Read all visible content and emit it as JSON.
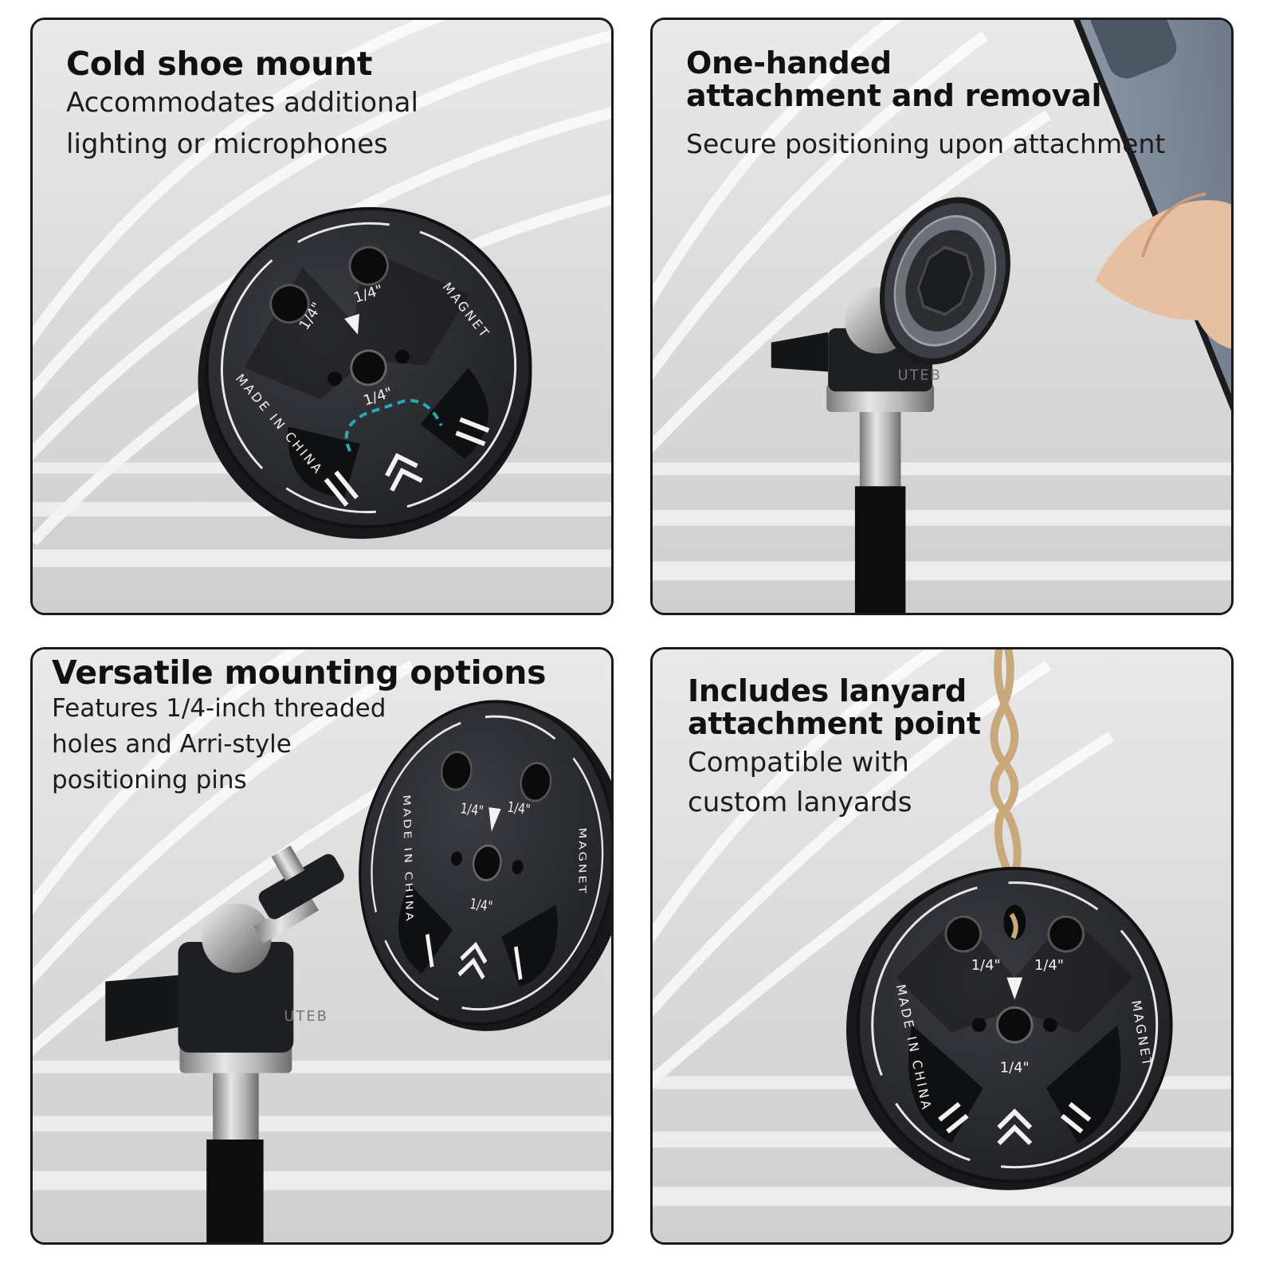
{
  "panels": [
    {
      "title": "Cold shoe mount",
      "subtitle_lines": [
        "Accommodates additional",
        "lighting or microphones"
      ]
    },
    {
      "title_lines": [
        "One-handed",
        "attachment and removal"
      ],
      "subtitle": "Secure positioning upon attachment"
    },
    {
      "title": "Versatile mounting options",
      "subtitle_lines": [
        "Features 1/4-inch threaded",
        "holes and Arri-style",
        "positioning pins"
      ]
    },
    {
      "title_lines": [
        "Includes lanyard",
        "attachment point"
      ],
      "subtitle_lines": [
        "Compatible with",
        "custom lanyards"
      ]
    }
  ],
  "plate_text": {
    "thread": "1/4\"",
    "magnet": "MAGNET",
    "origin": "MADE IN CHINA",
    "brand": "UTEB"
  },
  "colors": {
    "plate": "#25272c",
    "accent_dashed": "#2aa9b3",
    "background": "#e4e4e4"
  }
}
